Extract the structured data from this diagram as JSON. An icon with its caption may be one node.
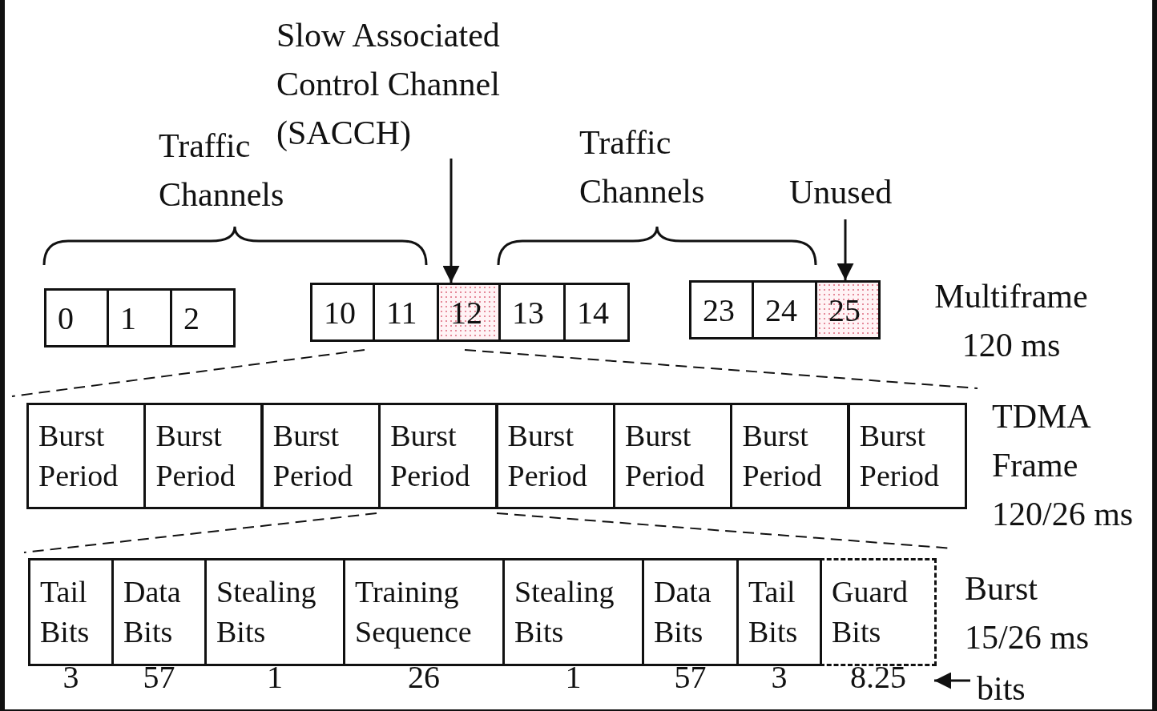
{
  "diagram": {
    "nodes": [
      {
        "text": [
          "Slow Associated Control Channel (SACCH)"
        ]
      },
      {
        "text": [
          "Unused"
        ]
      },
      {
        "text": [
          "0"
        ]
      },
      {
        "text": [
          "1"
        ]
      },
      {
        "text": [
          "2"
        ]
      },
      {
        "text": [
          "10"
        ]
      },
      {
        "text": [
          "11"
        ]
      },
      {
        "text": [
          "12"
        ]
      },
      {
        "text": [
          "13"
        ]
      },
      {
        "text": [
          "14"
        ]
      },
      {
        "text": [
          "23"
        ]
      },
      {
        "text": [
          "24"
        ]
      },
      {
        "text": [
          "25"
        ]
      },
      {
        "text": [
          "Burst Period"
        ]
      },
      {
        "text": [
          "Burst Period"
        ]
      },
      {
        "text": [
          "Burst Period"
        ]
      },
      {
        "text": [
          "Burst Period"
        ]
      },
      {
        "text": [
          "Burst Period"
        ]
      },
      {
        "text": [
          "Burst Period"
        ]
      },
      {
        "text": [
          "Burst Period"
        ]
      },
      {
        "text": [
          "Burst Period"
        ]
      },
      {
        "text": [
          "Tail Bits"
        ],
        "beside": [
          "3"
        ]
      },
      {
        "text": [
          "Data Bits"
        ],
        "beside": [
          "57"
        ]
      },
      {
        "text": [
          "Stealing Bits"
        ],
        "beside": [
          "1"
        ]
      },
      {
        "text": [
          "Training Sequence"
        ],
        "beside": [
          "26"
        ]
      },
      {
        "text": [
          "Stealing Bits"
        ],
        "beside": [
          "1"
        ]
      },
      {
        "text": [
          "Data Bits"
        ],
        "beside": [
          "57"
        ]
      },
      {
        "text": [
          "Tail Bits"
        ],
        "beside": [
          "3"
        ]
      },
      {
        "text": [
          "Guard Bits"
        ],
        "beside": [
          "8.25"
        ]
      }
    ],
    "edges": [
      {
        "from": 0,
        "to": 7,
        "arrow": "to"
      },
      {
        "from": 1,
        "to": 12,
        "arrow": "to"
      }
    ],
    "labels": [
      "Traffic Channels",
      "Traffic Channels",
      "Multiframe 120 ms",
      "TDMA Frame 120/26 ms",
      "Burst 15/26 ms",
      "bits"
    ]
  }
}
